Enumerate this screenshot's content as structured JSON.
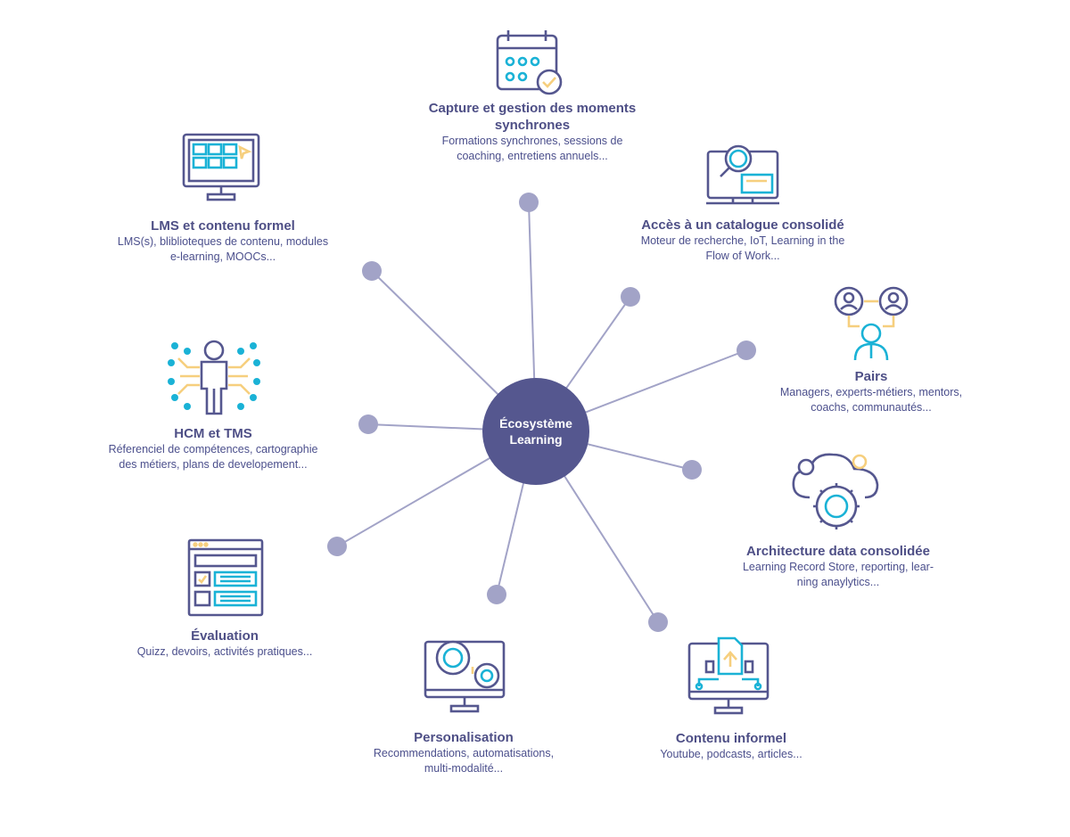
{
  "center": {
    "line1": "Écosystème",
    "line2": "Learning"
  },
  "colors": {
    "primary": "#55578f",
    "accent": "#1ab2d6",
    "highlight": "#f6cf7e",
    "spoke": "#a2a3c7",
    "dot": "#a2a3c7"
  },
  "nodes": [
    {
      "id": "capture",
      "icon": "calendar-icon",
      "title": [
        "Capture et gestion des moments",
        "synchrones"
      ],
      "desc": [
        "Formations synchrones, sessions de",
        "coaching, entretiens annuels..."
      ]
    },
    {
      "id": "catalogue",
      "icon": "laptop-search-icon",
      "title": [
        "Accès à un catalogue consolidé"
      ],
      "desc": [
        "Moteur de recherche, IoT, Learning in the",
        "Flow of Work..."
      ]
    },
    {
      "id": "pairs",
      "icon": "peers-icon",
      "title": [
        "Pairs"
      ],
      "desc": [
        "Managers, experts-métiers, mentors,",
        "coachs, communautés..."
      ]
    },
    {
      "id": "architecture",
      "icon": "cloud-gears-icon",
      "title": [
        "Architecture data consolidée"
      ],
      "desc": [
        "Learning Record Store, reporting, lear-",
        "ning anaylytics..."
      ]
    },
    {
      "id": "informel",
      "icon": "monitor-document-icon",
      "title": [
        "Contenu informel"
      ],
      "desc": [
        "Youtube, podcasts, articles..."
      ]
    },
    {
      "id": "personalisation",
      "icon": "monitor-gears-icon",
      "title": [
        "Personalisation"
      ],
      "desc": [
        "Recommendations, automatisations,",
        "multi-modalité..."
      ]
    },
    {
      "id": "evaluation",
      "icon": "form-icon",
      "title": [
        "Évaluation"
      ],
      "desc": [
        "Quizz, devoirs, activités pratiques..."
      ]
    },
    {
      "id": "hcm",
      "icon": "person-network-icon",
      "title": [
        "HCM et TMS"
      ],
      "desc": [
        "Réferenciel de compétences,  cartographie",
        "des métiers, plans de developement..."
      ]
    },
    {
      "id": "lms",
      "icon": "monitor-grid-icon",
      "title": [
        "LMS et contenu formel"
      ],
      "desc": [
        "LMS(s), bliblioteques de contenu, modules",
        "e-learning, MOOCs..."
      ]
    }
  ]
}
